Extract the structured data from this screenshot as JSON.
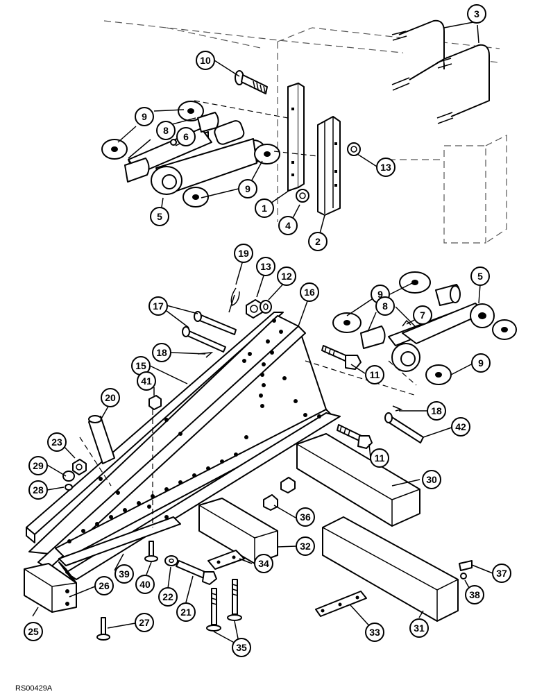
{
  "figure_ref": "RS00429A",
  "callouts": [
    {
      "id": "c10",
      "label": "10"
    },
    {
      "id": "c3",
      "label": "3"
    },
    {
      "id": "c9a",
      "label": "9"
    },
    {
      "id": "c8a",
      "label": "8"
    },
    {
      "id": "c6",
      "label": "6"
    },
    {
      "id": "c9b",
      "label": "9"
    },
    {
      "id": "c13a",
      "label": "13"
    },
    {
      "id": "c5a",
      "label": "5"
    },
    {
      "id": "c1",
      "label": "1"
    },
    {
      "id": "c4",
      "label": "4"
    },
    {
      "id": "c2",
      "label": "2"
    },
    {
      "id": "c19",
      "label": "19"
    },
    {
      "id": "c13b",
      "label": "13"
    },
    {
      "id": "c12",
      "label": "12"
    },
    {
      "id": "c16",
      "label": "16"
    },
    {
      "id": "c17",
      "label": "17"
    },
    {
      "id": "c9c",
      "label": "9"
    },
    {
      "id": "c5b",
      "label": "5"
    },
    {
      "id": "c8b",
      "label": "8"
    },
    {
      "id": "c7",
      "label": "7"
    },
    {
      "id": "c18a",
      "label": "18"
    },
    {
      "id": "c15",
      "label": "15"
    },
    {
      "id": "c11a",
      "label": "11"
    },
    {
      "id": "c9d",
      "label": "9"
    },
    {
      "id": "c41",
      "label": "41"
    },
    {
      "id": "c20",
      "label": "20"
    },
    {
      "id": "c18b",
      "label": "18"
    },
    {
      "id": "c42",
      "label": "42"
    },
    {
      "id": "c23",
      "label": "23"
    },
    {
      "id": "c11b",
      "label": "11"
    },
    {
      "id": "c29",
      "label": "29"
    },
    {
      "id": "c30",
      "label": "30"
    },
    {
      "id": "c28",
      "label": "28"
    },
    {
      "id": "c36",
      "label": "36"
    },
    {
      "id": "c32",
      "label": "32"
    },
    {
      "id": "c26",
      "label": "26"
    },
    {
      "id": "c39",
      "label": "39"
    },
    {
      "id": "c40",
      "label": "40"
    },
    {
      "id": "c22",
      "label": "22"
    },
    {
      "id": "c21",
      "label": "21"
    },
    {
      "id": "c34",
      "label": "34"
    },
    {
      "id": "c37",
      "label": "37"
    },
    {
      "id": "c38",
      "label": "38"
    },
    {
      "id": "c25",
      "label": "25"
    },
    {
      "id": "c27",
      "label": "27"
    },
    {
      "id": "c35",
      "label": "35"
    },
    {
      "id": "c33",
      "label": "33"
    },
    {
      "id": "c31",
      "label": "31"
    }
  ]
}
